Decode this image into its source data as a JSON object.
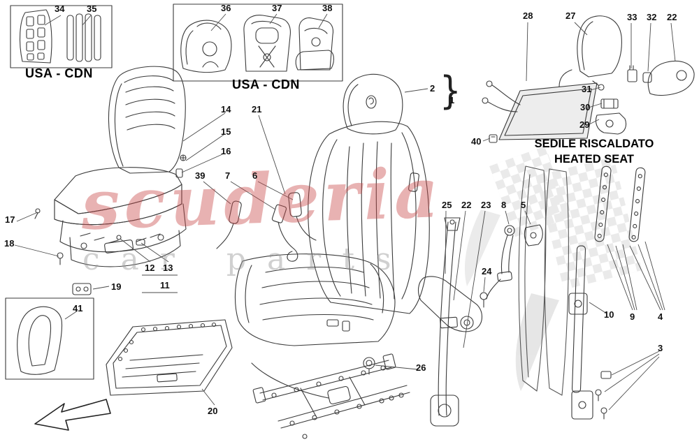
{
  "figure": {
    "type": "parts-diagram",
    "subject": "seats with heated seat option, seat belts and seat frames"
  },
  "labels": {
    "usa_cdn_left": "USA - CDN",
    "usa_cdn_center": "USA - CDN",
    "heated_seat_line1": "SEDILE RISCALDATO",
    "heated_seat_line2": "HEATED SEAT",
    "group_brace": "}"
  },
  "watermark": {
    "title": "scuderia",
    "subtitle": "car parts",
    "title_color": "#c94848",
    "subtitle_color": "#969696"
  },
  "callouts": [
    {
      "id": "34",
      "label": "34"
    },
    {
      "id": "35",
      "label": "35"
    },
    {
      "id": "36",
      "label": "36"
    },
    {
      "id": "37",
      "label": "37"
    },
    {
      "id": "38",
      "label": "38"
    },
    {
      "id": "14",
      "label": "14"
    },
    {
      "id": "15",
      "label": "15"
    },
    {
      "id": "16",
      "label": "16"
    },
    {
      "id": "21",
      "label": "21"
    },
    {
      "id": "39",
      "label": "39"
    },
    {
      "id": "7",
      "label": "7"
    },
    {
      "id": "6",
      "label": "6"
    },
    {
      "id": "2",
      "label": "2"
    },
    {
      "id": "1",
      "label": "1"
    },
    {
      "id": "28",
      "label": "28"
    },
    {
      "id": "27",
      "label": "27"
    },
    {
      "id": "33",
      "label": "33"
    },
    {
      "id": "32",
      "label": "32"
    },
    {
      "id": "22-trim",
      "label": "22"
    },
    {
      "id": "31",
      "label": "31"
    },
    {
      "id": "30",
      "label": "30"
    },
    {
      "id": "29",
      "label": "29"
    },
    {
      "id": "40",
      "label": "40"
    },
    {
      "id": "17",
      "label": "17"
    },
    {
      "id": "18",
      "label": "18"
    },
    {
      "id": "12",
      "label": "12"
    },
    {
      "id": "13",
      "label": "13"
    },
    {
      "id": "11",
      "label": "11"
    },
    {
      "id": "19",
      "label": "19"
    },
    {
      "id": "41",
      "label": "41"
    },
    {
      "id": "20",
      "label": "20"
    },
    {
      "id": "25",
      "label": "25"
    },
    {
      "id": "22-belt",
      "label": "22"
    },
    {
      "id": "23",
      "label": "23"
    },
    {
      "id": "8",
      "label": "8"
    },
    {
      "id": "5",
      "label": "5"
    },
    {
      "id": "24",
      "label": "24"
    },
    {
      "id": "26",
      "label": "26"
    },
    {
      "id": "10",
      "label": "10"
    },
    {
      "id": "9",
      "label": "9"
    },
    {
      "id": "4",
      "label": "4"
    },
    {
      "id": "3",
      "label": "3"
    }
  ]
}
